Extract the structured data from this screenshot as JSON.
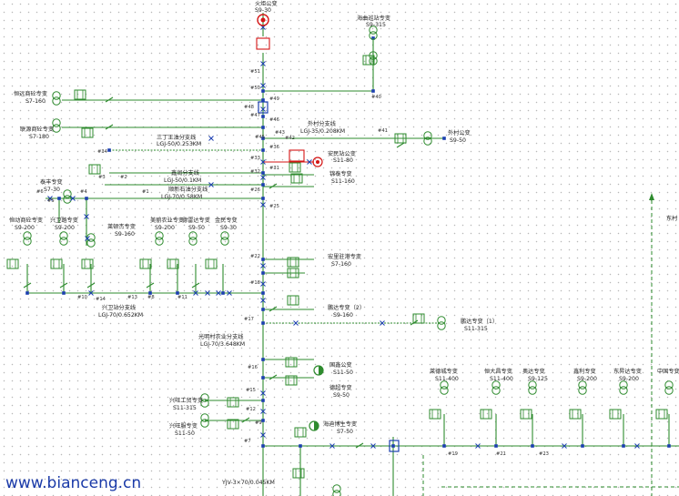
{
  "diagram": {
    "top_station": {
      "name": "火炬公变",
      "model": "S9-30"
    },
    "haiqu": {
      "name": "海曲巡站专变",
      "model": "S9-315"
    },
    "left_transformers": [
      {
        "name": "恒远商砼专变",
        "model": "S7-160"
      },
      {
        "name": "联源商砼专变",
        "model": "S7-180"
      },
      {
        "name": "泰丰专变",
        "model": "S7-30"
      }
    ],
    "branch_lines": [
      {
        "name": "三丁王油分支线",
        "spec": "LGJ-50/0.253KM"
      },
      {
        "name": "外村分支线",
        "spec": "LGJ-35/0.208KM"
      },
      {
        "name": "鑫润分支线",
        "spec": "LGJ-50/0.1KM"
      },
      {
        "name": "顺新石油分支线",
        "spec": "LGJ-70/0.58KM"
      },
      {
        "name": "兴卫站分支线",
        "spec": "LGJ-70/0.652KM"
      },
      {
        "name": "光明村农业分支线",
        "spec": "LGJ-70/3.648KM"
      }
    ],
    "waicun": {
      "name": "外村公变",
      "model": "S9-50"
    },
    "anshi": {
      "name": "安民站公变",
      "model": "S11-80"
    },
    "jinshen": {
      "name": "锦泰专变",
      "model": "S11-160"
    },
    "row_transformers": [
      {
        "name": "恒动商砼专变",
        "model": "S9-200"
      },
      {
        "name": "兴卫路专变",
        "model": "S9-200"
      },
      {
        "name": "莱顿杰专变",
        "model": "S9-160"
      },
      {
        "name": "美丽农业专变",
        "model": "S9-200"
      },
      {
        "name": "德雷达专变",
        "model": "S9-50"
      },
      {
        "name": "金民专变",
        "model": "S9-30"
      }
    ],
    "right_transformers": [
      {
        "name": "宏里驻港专变",
        "model": "S7-160"
      },
      {
        "name": "鹏达专变（2）",
        "model": "S9-160"
      },
      {
        "name": "鹏达专变（1）",
        "model": "S11-315"
      },
      {
        "name": "国鑫公变",
        "model": "S11-50"
      },
      {
        "name": "德超专变",
        "model": "S9-50"
      },
      {
        "name": "海迪博生专变",
        "model": "S7-50"
      }
    ],
    "lower_left": [
      {
        "name": "兴旺工贸专变",
        "model": "S11-315"
      },
      {
        "name": "兴旺服专变",
        "model": "S11-50"
      }
    ],
    "bottom_row": [
      {
        "name": "莱德城专变",
        "model": "S11-400"
      },
      {
        "name": "恒大昌专变",
        "model": "S11-400"
      },
      {
        "name": "奥达专变",
        "model": "S9-125"
      },
      {
        "name": "鑫利专变",
        "model": "S9-200"
      },
      {
        "name": "东昇达专变",
        "model": "S9-200"
      },
      {
        "name": "中国专变",
        "model": ""
      }
    ],
    "cable": "YJV-3×70/0.045KM",
    "cut_label": "东村",
    "node_labels": [
      "#51",
      "#50",
      "#49",
      "#48",
      "#47",
      "#46",
      "#45",
      "#43",
      "#42",
      "#41",
      "#40",
      "#36",
      "#34",
      "#33",
      "#32",
      "#31",
      "#26",
      "#25",
      "#22",
      "#18",
      "#17",
      "#16",
      "#15",
      "#12",
      "#9",
      "#7",
      "#6",
      "#5",
      "#4",
      "#3",
      "#2",
      "#1",
      "#10",
      "#8",
      "#11",
      "#13",
      "#14",
      "#19",
      "#21",
      "#23"
    ]
  },
  "watermark": "www.bianceng.cn",
  "colors": {
    "line": "#2e8b2e",
    "bus": "#1c3fb0",
    "red": "#d41515",
    "text": "#222222"
  }
}
